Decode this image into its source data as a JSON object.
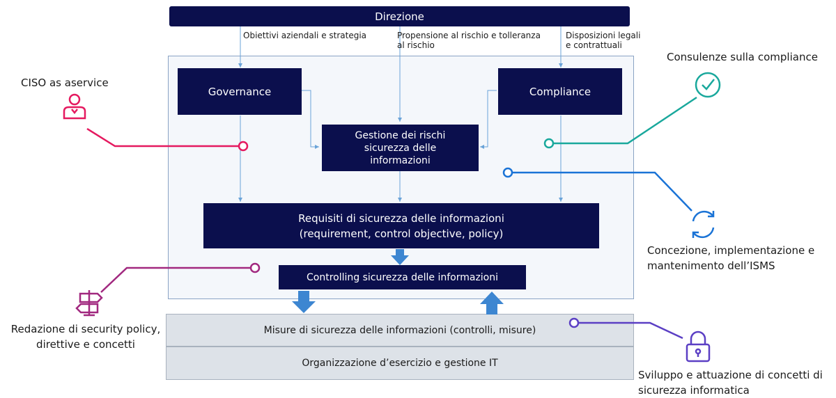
{
  "top": {
    "direzione": "Direzione",
    "label_left": "Obiettivi aziendali e strategia",
    "label_mid": "Propensione al rischio e tolleranza al rischio",
    "label_right": "Disposizioni legali e contrattuali"
  },
  "boxes": {
    "governance": "Governance",
    "compliance": "Compliance",
    "rischi": "Gestione dei rischi sicurezza delle informazioni",
    "requisiti_line1": "Requisiti di sicurezza delle informazioni",
    "requisiti_line2": "(requirement, control objective, policy)",
    "controlling": "Controlling sicurezza delle informazioni"
  },
  "bottom": {
    "misure": "Misure di sicurezza delle informazioni (controlli, misure)",
    "organizzazione": "Organizzazione d’esercizio e gestione IT"
  },
  "services": {
    "ciso": "CISO as aservice",
    "compliance_consulting": "Consulenze sulla compliance",
    "isms": "Concezione, implementazione e mantenimento dell’ISMS",
    "policy": "Redazione di security policy, direttive e concetti",
    "sviluppo": "Sviluppo e attuazione di concetti di sicurezza informatica"
  },
  "colors": {
    "navy": "#0b0f4d",
    "ciso": "#e5195f",
    "compliance": "#19a89c",
    "isms": "#1a73d6",
    "policy": "#a1287f",
    "sviluppo": "#5b3fc4",
    "arrow": "#6aa3d8"
  },
  "icons": {
    "ciso": "person-icon",
    "compliance": "check-circle-icon",
    "isms": "refresh-icon",
    "policy": "signpost-icon",
    "sviluppo": "padlock-icon"
  }
}
